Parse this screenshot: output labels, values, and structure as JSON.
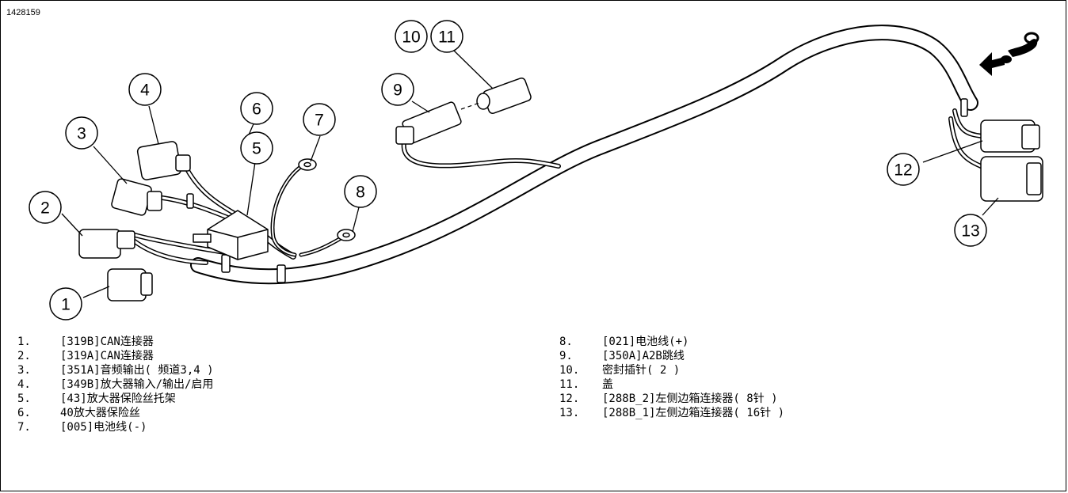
{
  "figure_id": "1428159",
  "callouts": [
    "1",
    "2",
    "3",
    "4",
    "5",
    "6",
    "7",
    "8",
    "9",
    "10",
    "11",
    "12",
    "13"
  ],
  "legend_left": [
    {
      "num": "1.",
      "text": "[319B]CAN连接器"
    },
    {
      "num": "2.",
      "text": "[319A]CAN连接器"
    },
    {
      "num": "3.",
      "text": "[351A]音频输出( 频道3,4 )"
    },
    {
      "num": "4.",
      "text": "[349B]放大器输入/输出/启用"
    },
    {
      "num": "5.",
      "text": "[43]放大器保险丝托架"
    },
    {
      "num": "6.",
      "text": "40放大器保险丝"
    },
    {
      "num": "7.",
      "text": "[005]电池线(-)"
    }
  ],
  "legend_right": [
    {
      "num": "8.",
      "text": "[021]电池线(+)"
    },
    {
      "num": "9.",
      "text": "[350A]A2B跳线"
    },
    {
      "num": "10.",
      "text": "密封插针( 2 )"
    },
    {
      "num": "11.",
      "text": "盖"
    },
    {
      "num": "12.",
      "text": "[288B_2]左侧边箱连接器( 8针 )"
    },
    {
      "num": "13.",
      "text": "[288B_1]左侧边箱连接器( 16针 )"
    }
  ],
  "icons": {
    "direction": "motorcycle-forward-arrow-icon"
  }
}
